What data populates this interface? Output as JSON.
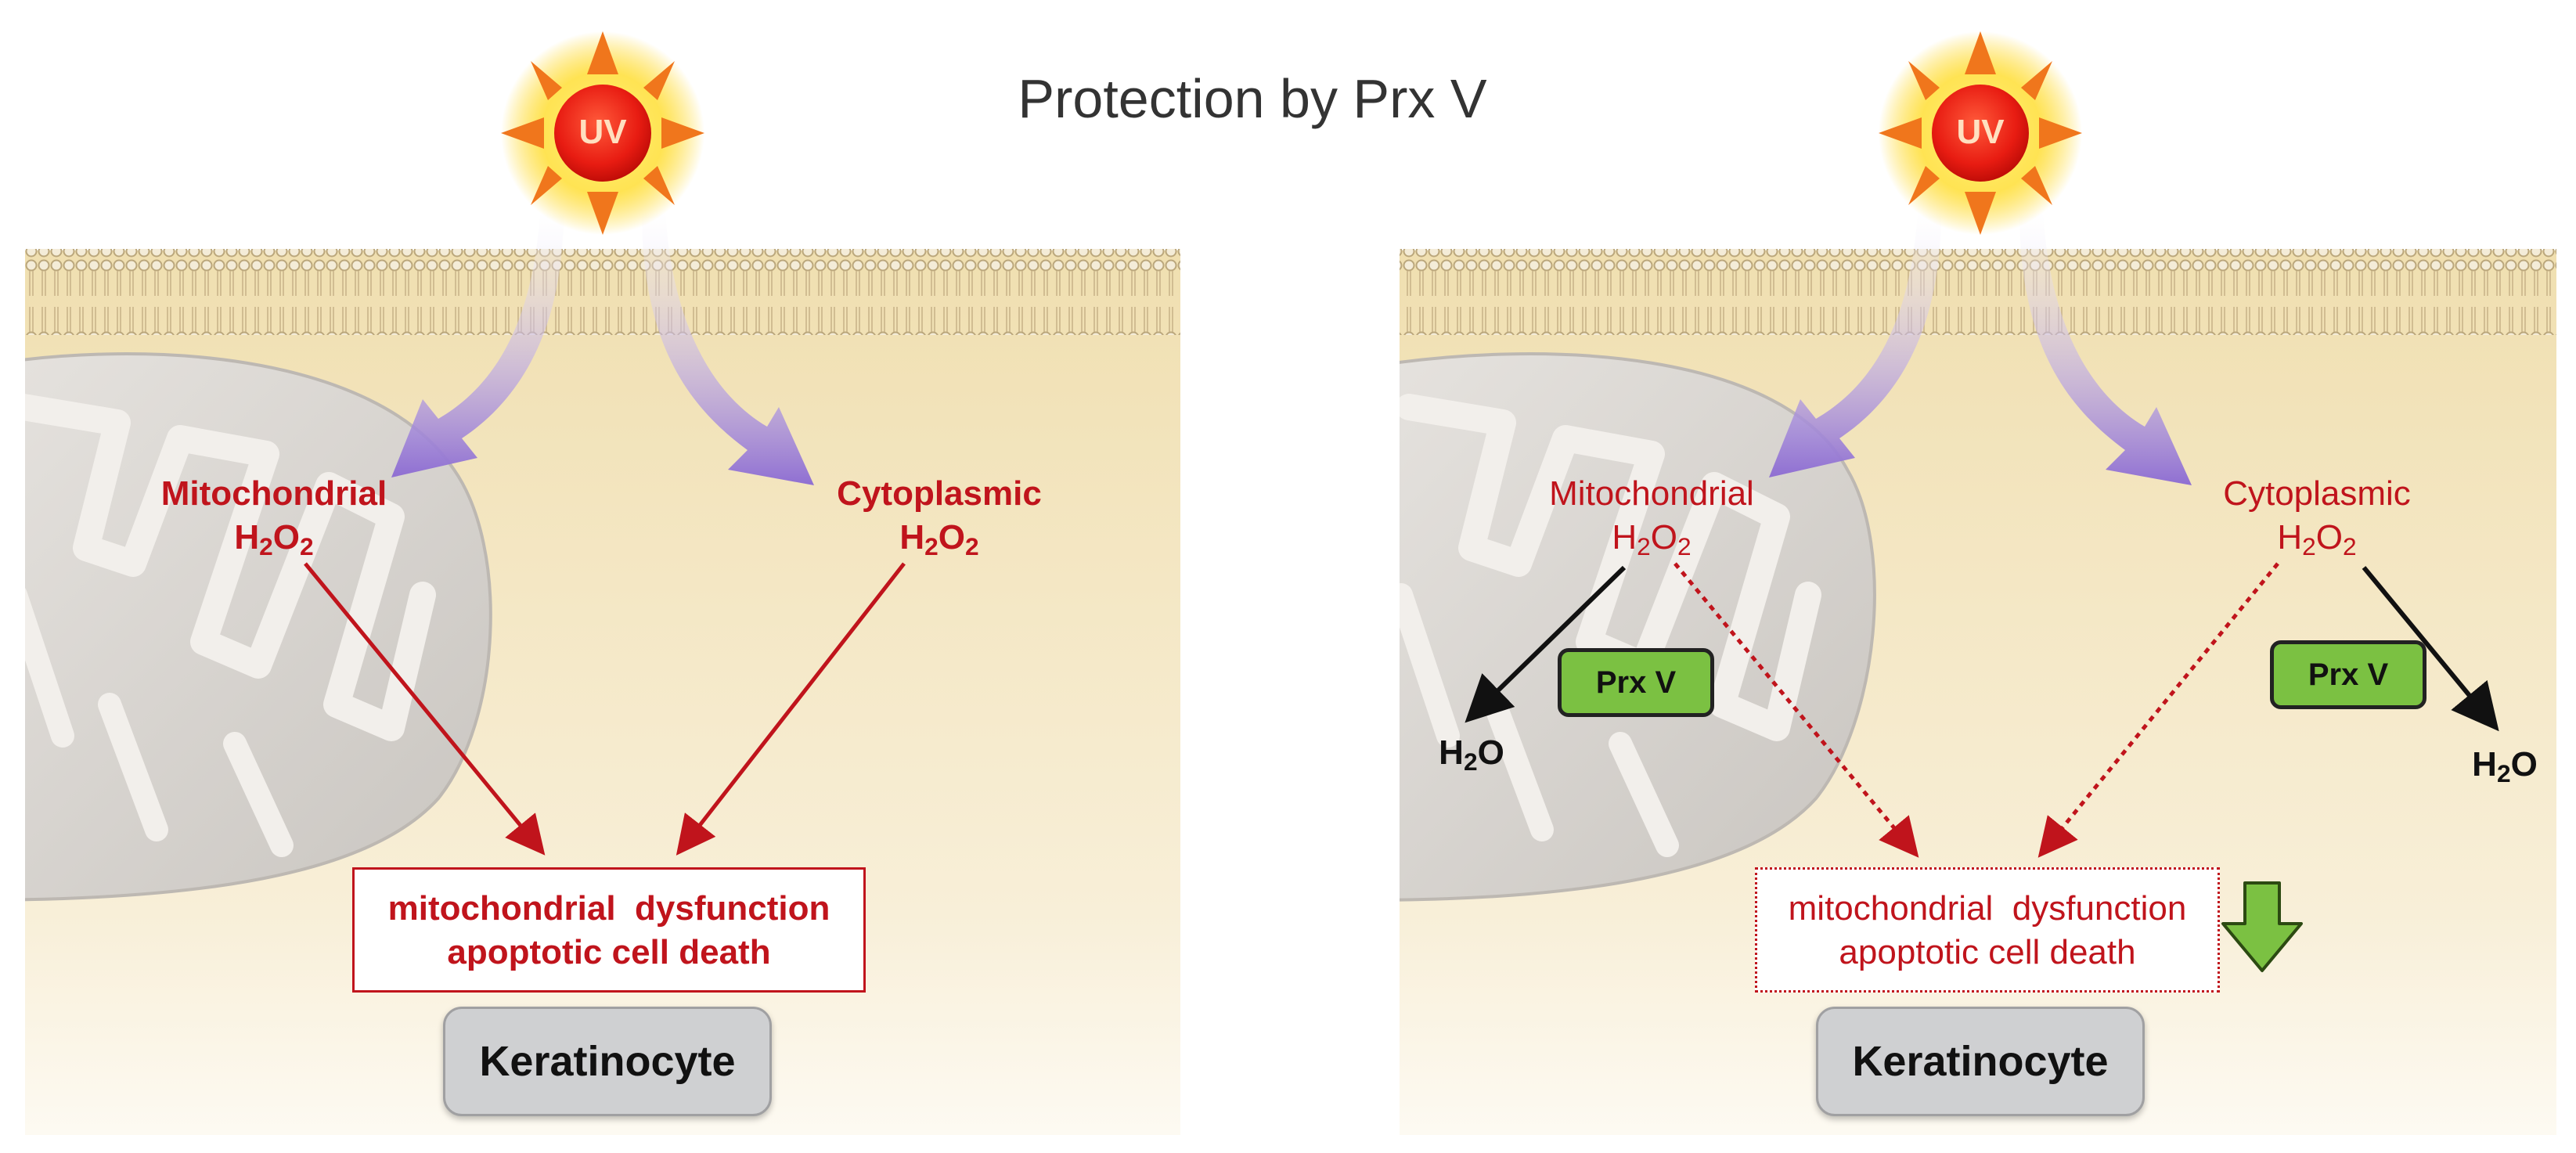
{
  "title": "Protection by Prx V",
  "colors": {
    "cell_bg": "#f0dfb0",
    "membrane": "#c9b48a",
    "red_text": "#c0141c",
    "uv_arrow": "#9b7fd6",
    "prx_green": "#7bc142",
    "mito_gray": "#d6d3cf"
  },
  "left_panel": {
    "uv_label": "UV",
    "mito_label": "Mitochondrial",
    "mito_species": {
      "base": "H",
      "sub1": "2",
      "mid": "O",
      "sub2": "2"
    },
    "cyto_label": "Cytoplasmic",
    "cyto_species": {
      "base": "H",
      "sub1": "2",
      "mid": "O",
      "sub2": "2"
    },
    "outcome_line1": "mitochondrial  dysfunction",
    "outcome_line2": "apoptotic cell death",
    "cell_label": "Keratinocyte"
  },
  "right_panel": {
    "uv_label": "UV",
    "mito_label": "Mitochondrial",
    "mito_species": {
      "base": "H",
      "sub1": "2",
      "mid": "O",
      "sub2": "2"
    },
    "cyto_label": "Cytoplasmic",
    "cyto_species": {
      "base": "H",
      "sub1": "2",
      "mid": "O",
      "sub2": "2"
    },
    "enzyme_label_1": "Prx V",
    "enzyme_label_2": "Prx V",
    "product_1": {
      "base": "H",
      "sub": "2",
      "tail": "O"
    },
    "product_2": {
      "base": "H",
      "sub": "2",
      "tail": "O"
    },
    "outcome_line1": "mitochondrial  dysfunction",
    "outcome_line2": "apoptotic cell death",
    "cell_label": "Keratinocyte"
  }
}
